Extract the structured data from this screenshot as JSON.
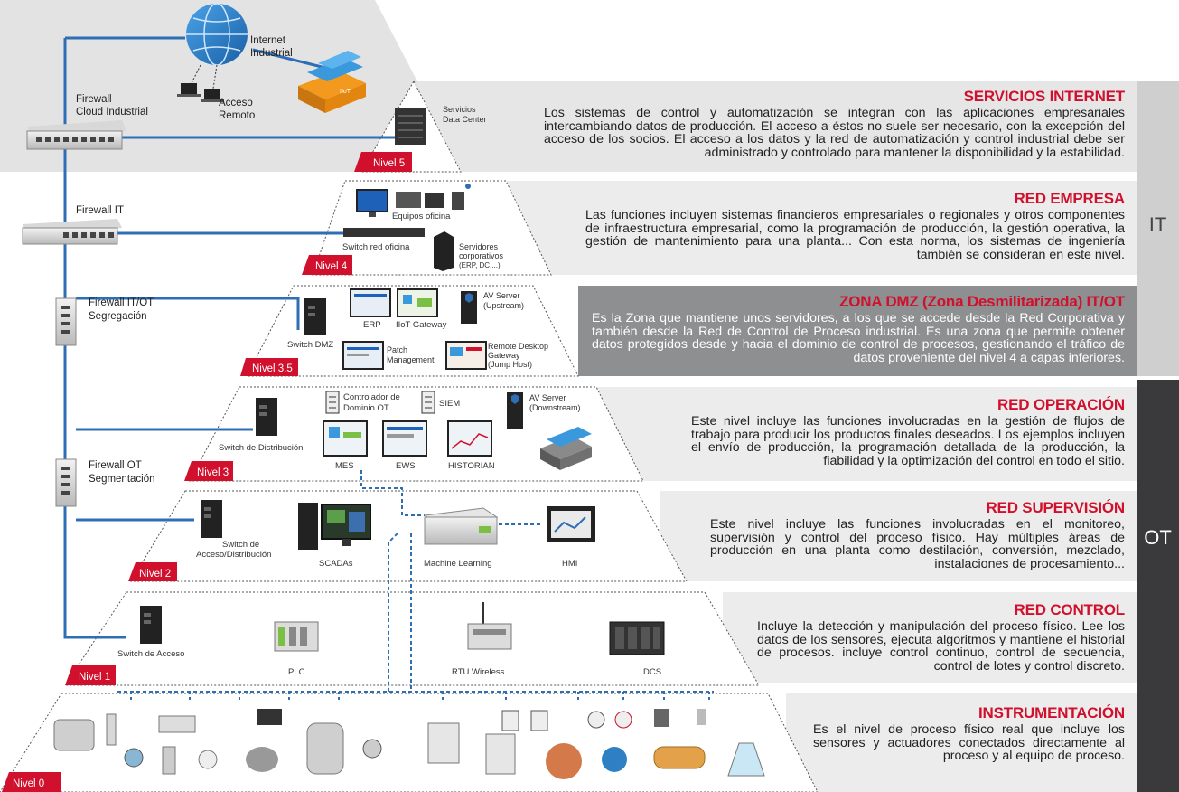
{
  "levels": {
    "l5": "Nivel 5",
    "l4": "Nivel 4",
    "l35": "Nivel 3.5",
    "l3": "Nivel 3",
    "l2": "Nivel 2",
    "l1": "Nivel 1",
    "l0": "Nivel 0"
  },
  "left_labels": {
    "internet_1": "Internet",
    "internet_2": "Industrial",
    "acceso_1": "Acceso",
    "acceso_2": "Remoto",
    "fw_cloud_1": "Firewall",
    "fw_cloud_2": "Cloud Industrial",
    "fw_it": "Firewall IT",
    "fw_itot_1": "Firewall IT/OT",
    "fw_itot_2": "Segregación",
    "fw_ot_1": "Firewall OT",
    "fw_ot_2": "Segmentación"
  },
  "pyramid": {
    "iiot_box_1": "IIoT",
    "servicios_1": "Servicios",
    "servicios_2": "Data Center",
    "equipos_oficina": "Equipos oficina",
    "switch_red_oficina": "Switch red oficina",
    "servidores_1": "Servidores",
    "servidores_2": "corporativos",
    "servidores_3": "(ERP, DC,...)",
    "switch_dmz": "Switch DMZ",
    "erp": "ERP",
    "iiot_gateway": "IIoT Gateway",
    "av_up_1": "AV Server",
    "av_up_2": "(Upstream)",
    "patch_1": "Patch",
    "patch_2": "Management",
    "rdg_1": "Remote Desktop",
    "rdg_2": "Gateway",
    "rdg_3": "(Jump Host)",
    "switch_dist": "Switch de Distribución",
    "ctrl_dom_1": "Controlador de",
    "ctrl_dom_2": "Dominio OT",
    "siem": "SIEM",
    "av_down_1": "AV Server",
    "av_down_2": "(Downstream)",
    "mes": "MES",
    "ews": "EWS",
    "historian": "HISTORIAN",
    "switch_acc_dist_1": "Switch de",
    "switch_acc_dist_2": "Acceso/Distribución",
    "scadas": "SCADAs",
    "machine_learning": "Machine Learning",
    "hmi": "HMI",
    "switch_acceso": "Switch de Acceso",
    "plc": "PLC",
    "rtu": "RTU Wireless",
    "dcs": "DCS"
  },
  "descriptions": {
    "servicios": {
      "title": "SERVICIOS INTERNET",
      "text": "Los sistemas de control y automatización se integran con las aplicaciones empresariales intercambiando datos de producción. El acceso a éstos no suele ser necesario, con la excepción del acceso de los socios. El acceso a los datos y la red de automatización y control industrial debe ser administrado y controlado para mantener la disponibilidad y la estabilidad."
    },
    "empresa": {
      "title": "RED EMPRESA",
      "text": "Las funciones incluyen sistemas financieros empresariales o regionales y otros componentes de infraestructura empresarial, como la programación de producción, la gestión operativa, la gestión de mantenimiento para una planta... Con esta norma, los sistemas de ingeniería también se consideran en este nivel."
    },
    "dmz": {
      "title": "ZONA DMZ (Zona Desmilitarizada) IT/OT",
      "text": "Es la Zona que mantiene unos servidores, a los que se accede desde la Red Corporativa y también desde la Red de Control de Proceso industrial. Es una zona que permite obtener datos protegidos desde y hacia el dominio de control de procesos, gestionando el tráfico de datos proveniente del nivel 4 a capas inferiores."
    },
    "operacion": {
      "title": "RED OPERACIÓN",
      "text": "Este nivel incluye las funciones involucradas en la gestión de flujos de trabajo para producir los productos finales deseados. Los ejemplos incluyen el envío de producción, la programación detallada de la producción, la fiabilidad y la optimización del control en todo el sitio."
    },
    "supervision": {
      "title": "RED SUPERVISIÓN",
      "text": "Este nivel incluye las funciones involucradas en el monitoreo, supervisión y control del proceso físico. Hay múltiples áreas de producción en una planta como destilación, conversión, mezclado, instalaciones de procesamiento..."
    },
    "control": {
      "title": "RED CONTROL",
      "text": "Incluye la detección y manipulación del proceso físico. Lee los datos de los sensores, ejecuta algoritmos y mantiene el historial de procesos. incluye control continuo, control de secuencia, control de lotes y control discreto."
    },
    "instrumentacion": {
      "title": "INSTRUMENTACIÓN",
      "text": "Es el nivel de proceso físico real que incluye los sensores y actuadores conectados directamente al proceso y al equipo de proceso."
    }
  },
  "side_labels": {
    "it": "IT",
    "ot": "OT"
  },
  "colors": {
    "accent_red": "#d0102c",
    "link_blue": "#2e6eb5",
    "band_light": "#e6e6e6",
    "band_dark": "#8e8f91",
    "sidebar_it": "#cfcfcf",
    "sidebar_ot": "#3a3a3c"
  }
}
